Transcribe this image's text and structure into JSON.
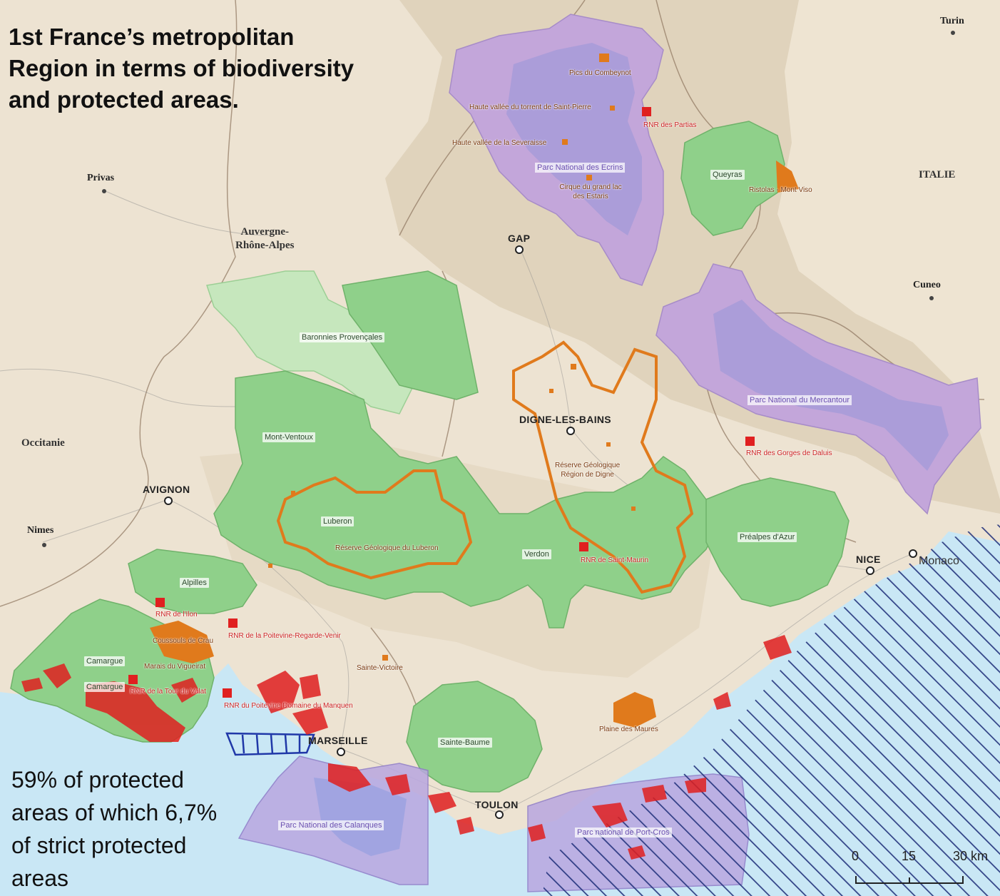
{
  "headline": {
    "line1": "1st France’s metropolitan",
    "line2": "Region in terms of biodiversity",
    "line3": "and protected areas."
  },
  "footnote": {
    "line1": "59% of protected",
    "line2": "areas of which 6,7%",
    "line3": "of strict protected",
    "line4": "areas"
  },
  "cities": {
    "turin": "Turin",
    "privas": "Privas",
    "gap": "GAP",
    "cuneo": "Cuneo",
    "digne": "DIGNE-LES-BAINS",
    "avignon": "AVIGNON",
    "nimes": "Nimes",
    "nice": "NICE",
    "monaco": "Monaco",
    "marseille": "MARSEILLE",
    "toulon": "TOULON"
  },
  "regions": {
    "italie": "ITALIE",
    "auvergne_line1": "Auvergne-",
    "auvergne_line2": "Rhône-Alpes",
    "occitanie": "Occitanie"
  },
  "regional_parks": {
    "queyras": "Queyras",
    "baronnies": "Baronnies Provençales",
    "mont_ventoux": "Mont-Ventoux",
    "luberon": "Luberon",
    "verdon": "Verdon",
    "prealpes": "Préalpes d'Azur",
    "alpilles": "Alpilles",
    "camargue1": "Camargue",
    "camargue2": "Camargue",
    "sainte_baume": "Sainte-Baume"
  },
  "national_parks": {
    "ecrins": "Parc National des Ecrins",
    "mercantour": "Parc National du Mercantour",
    "calanques": "Parc National des Calanques",
    "port_cros": "Parc national de Port-Cros"
  },
  "reserves": {
    "partias": "RNR des Partias",
    "gorges_daluis": "RNR des Gorges de Daluis",
    "saint_maurin": "RNR de Saint-Maurin",
    "ilon": "RNR de l'Ilon",
    "poitevine": "RNR de la Poitevine-Regarde-Venir",
    "tour_valat": "RNR de la Tour du Valat",
    "poitevine_manquen": "RNR du Poitevine Domaine du Manquen"
  },
  "geo_sites": {
    "combeynot": "Pics du Combeynot",
    "saint_pierre": "Haute vallée du torrent de Saint-Pierre",
    "severaisse": "Haute vallée de la Severaisse",
    "cirque": "Cirque du grand lac des Estaris",
    "ristolas": "Ristolas - Mont Viso",
    "digne_geo_line1": "Réserve Géologique",
    "digne_geo_line2": "Région de Digne",
    "luberon_geo": "Réserve Géologique du Luberon",
    "coussouls": "Coussouls de Crau",
    "vigueirat": "Marais du Vigueirat",
    "sainte_victoire": "Sainte-Victoire",
    "plaine_maures": "Plaine des Maures"
  },
  "scale": {
    "t0": "0",
    "t15": "15",
    "t30": "30 km"
  },
  "colors": {
    "sea": "#c9e7f5",
    "land": "#ede3d2",
    "relief": "#ddd0b8",
    "regional_park": "#8fd08a",
    "regional_park_light": "#c6e7bd",
    "national_park": "#c3a6da",
    "national_park_core": "#a39ad8",
    "geo_reserve": "#e07a1c",
    "nature_reserve": "#e02020",
    "marine_hatch": "#20307a"
  }
}
